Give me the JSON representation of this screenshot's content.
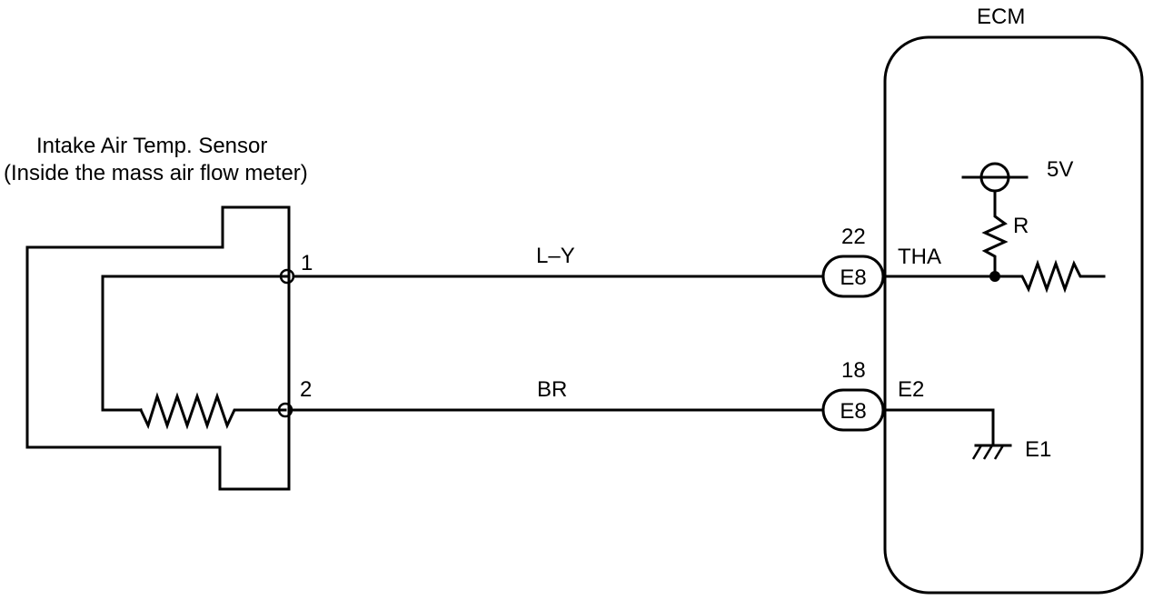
{
  "sensor": {
    "title_line1": "Intake Air Temp. Sensor",
    "title_line2": "(Inside the mass air flow meter)",
    "pin1": "1",
    "pin2": "2"
  },
  "wires": {
    "top_color": "L–Y",
    "bottom_color": "BR"
  },
  "connectors": {
    "top": {
      "pin": "22",
      "label": "E8"
    },
    "bottom": {
      "pin": "18",
      "label": "E8"
    }
  },
  "ecm": {
    "title": "ECM",
    "terminal_tha": "THA",
    "terminal_e2": "E2",
    "ground_e1": "E1",
    "supply": "5V",
    "resistor": "R"
  }
}
